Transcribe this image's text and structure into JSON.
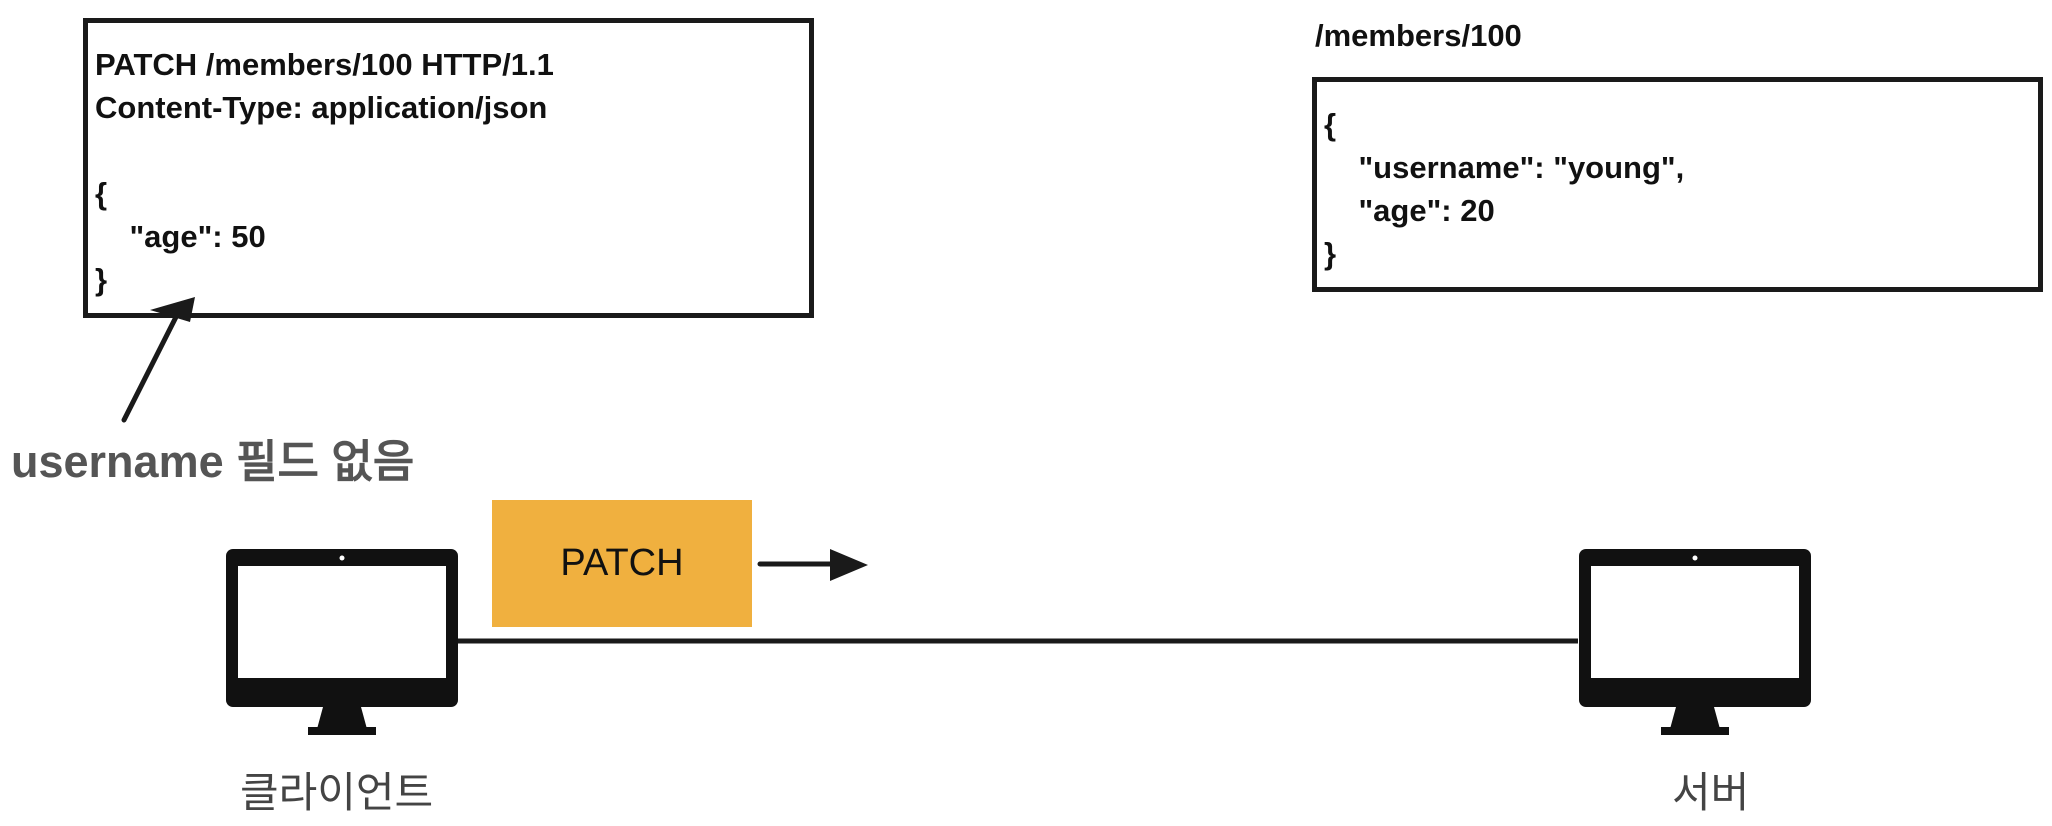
{
  "request": {
    "lines": [
      "PATCH /members/100 HTTP/1.1",
      "Content-Type: application/json",
      "",
      "{",
      "    \"age\": 50",
      "}"
    ]
  },
  "resource": {
    "path": "/members/100",
    "lines": [
      "{",
      "    \"username\": \"young\",",
      "    \"age\": 20",
      "}"
    ]
  },
  "annotation": {
    "text": "username 필드 없음"
  },
  "method": {
    "label": "PATCH",
    "color": "#f0b03f"
  },
  "nodes": {
    "client_label": "클라이언트",
    "server_label": "서버",
    "icon": "desktop-monitor-icon"
  },
  "colors": {
    "stroke": "#1a1a1a",
    "annotation": "#555555",
    "label": "#444444"
  }
}
